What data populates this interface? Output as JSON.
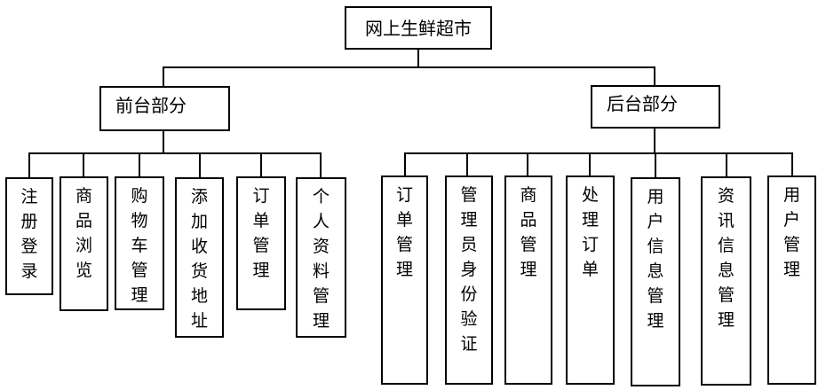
{
  "root": {
    "label": "网上生鲜超市"
  },
  "front": {
    "label": "前台部分",
    "children": [
      {
        "label": "注册登录"
      },
      {
        "label": "商品浏览"
      },
      {
        "label": "购物车管理"
      },
      {
        "label": "添加收货地址"
      },
      {
        "label": "订单管理"
      },
      {
        "label": "个人资料管理"
      }
    ]
  },
  "back": {
    "label": "后台部分",
    "children": [
      {
        "label": "订单管理"
      },
      {
        "label": "管理员身份验证"
      },
      {
        "label": "商品管理"
      },
      {
        "label": "处理订单"
      },
      {
        "label": "用户信息管理"
      },
      {
        "label": "资讯信息管理"
      },
      {
        "label": "用户管理"
      }
    ]
  }
}
